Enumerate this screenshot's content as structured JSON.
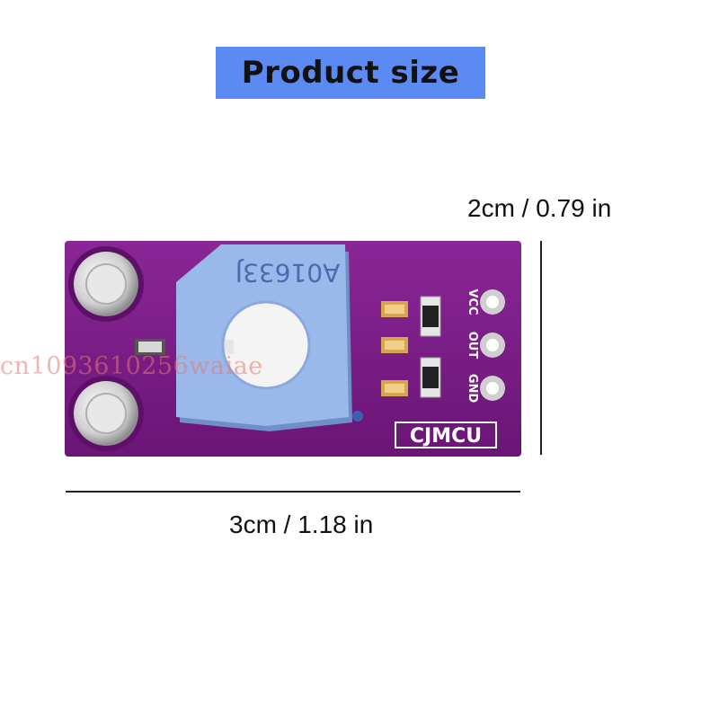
{
  "title": "Product size",
  "dimensions": {
    "height": "2cm / 0.79 in",
    "width": "3cm / 1.18 in"
  },
  "board": {
    "brand": "CJMCU",
    "pot_marking": "A01633J",
    "pins": [
      "GND",
      "OUT",
      "VCC"
    ],
    "colors": {
      "pcb": "#7a1c86",
      "potentiometer": "#93b4e6",
      "pad": "#c9c9c9"
    }
  },
  "watermark": "cn1093610256waiae"
}
